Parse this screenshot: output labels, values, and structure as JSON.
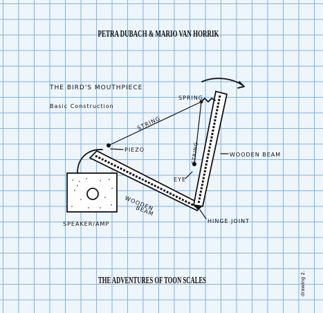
{
  "header": {
    "authors": "PETRA DUBACH & MARIO VAN HORRIK"
  },
  "diagram": {
    "title": "THE BIRD'S MOUTHPIECE",
    "subtitle": "Basic Construction",
    "labels": {
      "spring": "SPRING",
      "string_top": "STRING",
      "string_side": "STRING",
      "piezo": "PIEZO",
      "wooden_beam_right": "WOODEN BEAM",
      "eye": "EYE",
      "wooden": "WOODEN",
      "beam": "BEAM",
      "speaker_amp": "SPEAKER/AMP",
      "hinge_joint": "HINGE JOINT"
    }
  },
  "footer": {
    "title": "THE ADVENTURES OF TOON SCALES",
    "drawing_number": "drawing 2."
  }
}
